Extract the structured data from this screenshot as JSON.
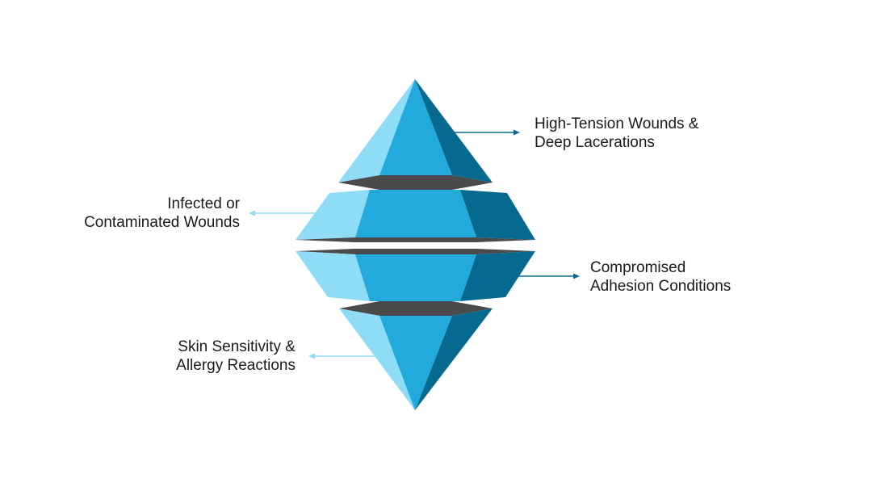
{
  "colors": {
    "light": "#8fdcf6",
    "mid": "#22aadc",
    "dark": "#06698f",
    "band": "#4a4a4c",
    "connector_dark": "#0b6a8f",
    "connector_light": "#8fdcf6"
  },
  "labels": [
    {
      "side": "right",
      "lines": [
        "High-Tension Wounds &",
        "Deep Lacerations"
      ]
    },
    {
      "side": "left",
      "lines": [
        "Infected or",
        "Contaminated Wounds"
      ]
    },
    {
      "side": "right",
      "lines": [
        "Compromised",
        "Adhesion Conditions"
      ]
    },
    {
      "side": "left",
      "lines": [
        "Skin Sensitivity &",
        "Allergy Reactions"
      ]
    }
  ]
}
